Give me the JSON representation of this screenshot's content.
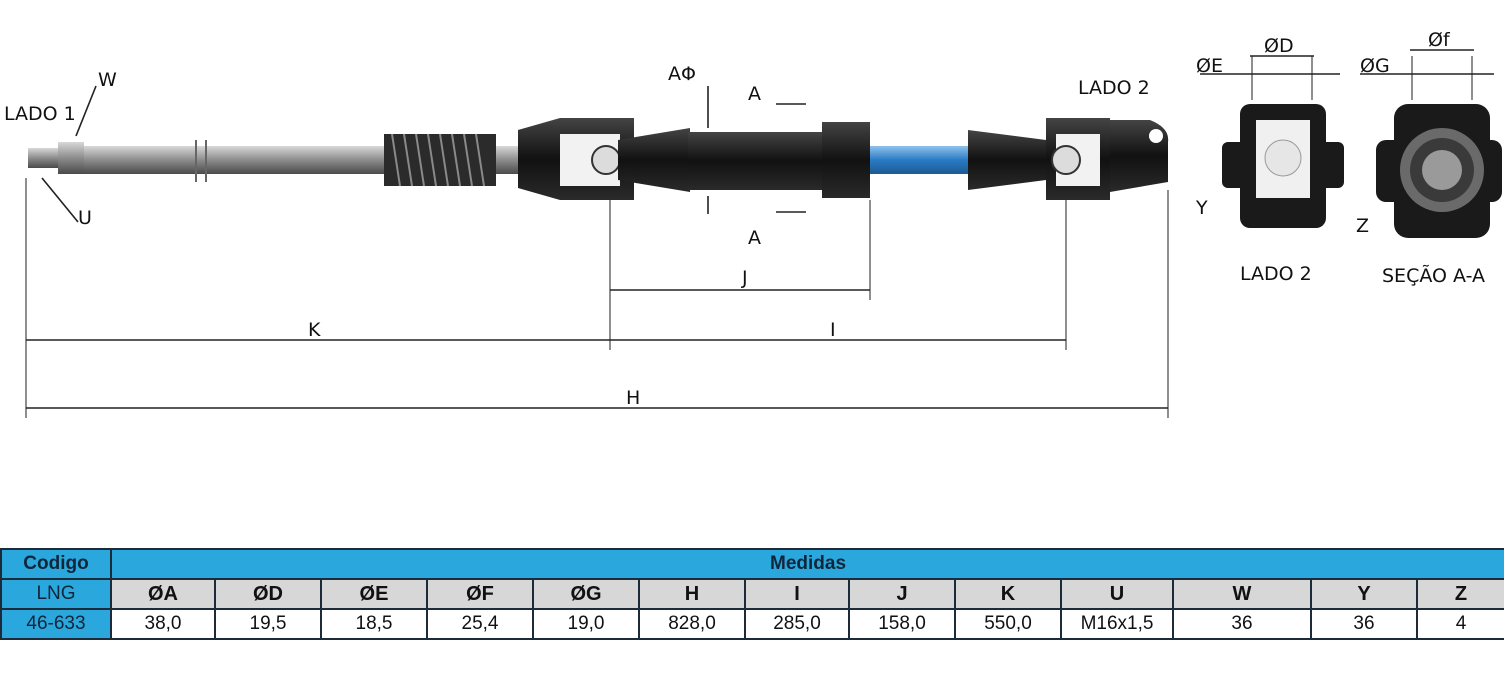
{
  "drawing": {
    "lado1": "LADO 1",
    "lado2_top": "LADO 2",
    "lado2_bottom": "LADO 2",
    "secao": "SEÇÃO A-A",
    "labels": {
      "W": "W",
      "U": "U",
      "K": "K",
      "I": "I",
      "H": "H",
      "J": "J",
      "A_diam": "AΦ",
      "A_top": "A",
      "A_bottom": "A",
      "E": "ØE",
      "D": "ØD",
      "G": "ØG",
      "F": "Øf",
      "Y": "Y",
      "Z": "Z"
    }
  },
  "table": {
    "code_header": "Codigo",
    "measures_header": "Medidas",
    "brand": "LNG",
    "columns": [
      "ØA",
      "ØD",
      "ØE",
      "ØF",
      "ØG",
      "H",
      "I",
      "J",
      "K",
      "U",
      "W",
      "Y",
      "Z"
    ],
    "rows": [
      {
        "code": "46-633",
        "values": [
          "38,0",
          "19,5",
          "18,5",
          "25,4",
          "19,0",
          "828,0",
          "285,0",
          "158,0",
          "550,0",
          "M16x1,5",
          "36",
          "36",
          "4"
        ]
      }
    ]
  },
  "colors": {
    "header_blue": "#2aa7dc",
    "shaft_blue": "#3a86c8",
    "body_black": "#1a1a1a"
  }
}
